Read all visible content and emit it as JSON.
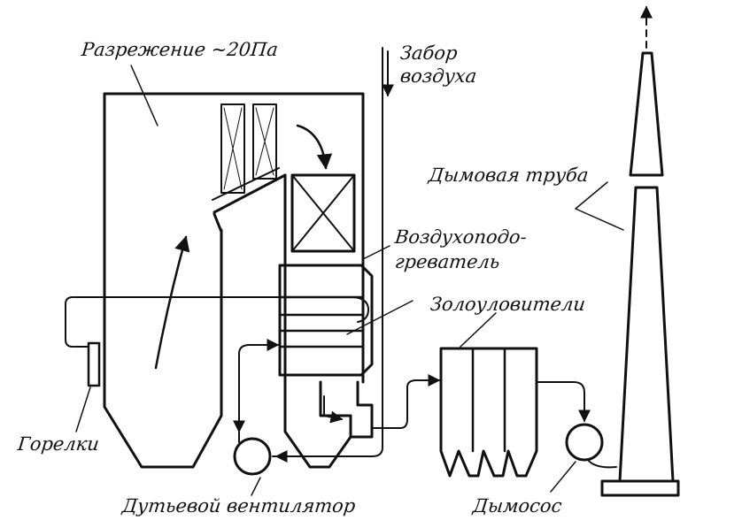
{
  "labels": {
    "vacuum": "Разрежение ~20Па",
    "air_intake_line1": "Забор",
    "air_intake_line2": "воздуха",
    "chimney": "Дымовая труба",
    "air_heater_line1": "Воздухоподо-",
    "air_heater_line2": "греватель",
    "ash_collectors": "Золоуловители",
    "burners": "Горелки",
    "forced_draft_fan": "Дутьевой вентилятор",
    "smoke_exhauster": "Дымосос"
  },
  "colors": {
    "ink": "#111111",
    "paper": "#ffffff"
  }
}
